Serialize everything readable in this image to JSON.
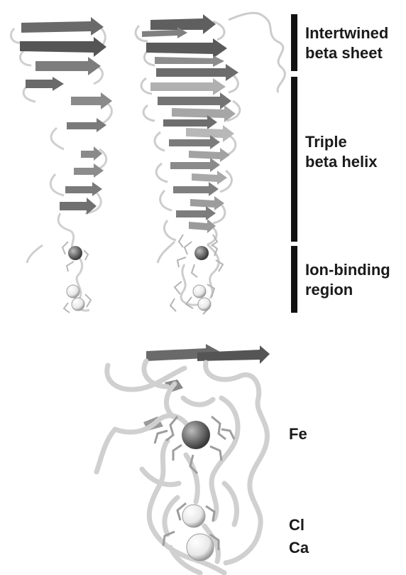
{
  "regions": [
    {
      "line1": "Intertwined",
      "line2": "beta sheet"
    },
    {
      "line1": "Triple",
      "line2": "beta helix"
    },
    {
      "line1": "Ion-binding",
      "line2": "region"
    }
  ],
  "atoms": {
    "fe": "Fe",
    "cl": "Cl",
    "ca": "Ca"
  },
  "colors": {
    "strand_dark": "#5f5f5f",
    "strand_mid": "#8a8a8a",
    "strand_light": "#b5b5b5",
    "coil": "#d0d0d0",
    "bar": "#111111",
    "fe_atom": "#6e6e6e",
    "cl_ca_atom": "#f2f2f2"
  }
}
